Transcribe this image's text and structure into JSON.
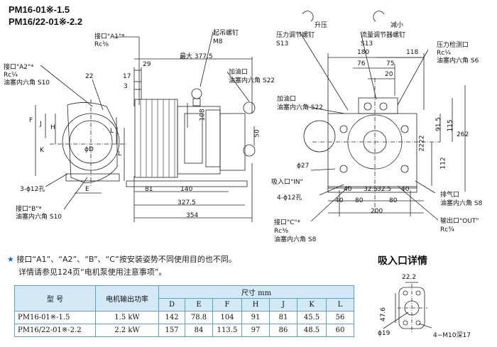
{
  "models": [
    "PM16-01※-1.5",
    "PM16/22-01※-2.2"
  ],
  "side_view": {
    "port_a1": "接口\"A1\"*",
    "port_a1_size": "Rc⅜",
    "port_a2": "接口\"A2\"*",
    "port_a2_size": "Rc¼",
    "port_a2_plug": "油塞内六角 S10",
    "port_b": "接口\"B\"*",
    "port_b_plug": "油塞内六角 S10",
    "bolt_holes": "3-ϕ12孔",
    "dims": {
      "d22": "22",
      "d29": "29",
      "d17": "17",
      "d3": "3",
      "d81": "81",
      "d140": "140",
      "d3275": "327.5",
      "d354": "354",
      "dmax": "最大 377.5",
      "d108": "108",
      "d50": "50"
    },
    "letters": {
      "F": "F",
      "J": "J",
      "H": "H",
      "K": "K",
      "L": "L",
      "D": "ϕD",
      "E": "E"
    },
    "lifting": "起吊螺钉",
    "lifting_size": "M8",
    "oil_inlet": "加油口",
    "oil_inlet_plug": "油塞内六角 S22"
  },
  "front_view": {
    "pressure_up": "升压",
    "flow_down": "减小",
    "pressure_screw": "压力调节螺钉",
    "pressure_screw_size": "S13",
    "flow_screw": "流量调节器螺钉",
    "flow_screw_size": "S13",
    "pressure_port": "压力检测口",
    "pressure_port_size": "Rc¼",
    "pressure_port_plug": "油塞内六角 S6",
    "oil_inlet": "加油口",
    "oil_inlet_plug": "油塞内六角 S22",
    "suction_in": "吸入口\"IN\"",
    "holes": "4-ϕ12孔",
    "d27": "ϕ27",
    "port_c": "接口\"C\"*",
    "port_c_size": "Rc⅜",
    "port_c_plug": "油塞内六角 S8",
    "vent": "排气口",
    "vent_plug": "油塞内六角 S8",
    "outlet": "输出口\"OUT\"",
    "outlet_size": "Rc¾",
    "dims": {
      "d180": "180",
      "d118": "118",
      "d76": "76",
      "d75": "75",
      "d20": "20",
      "d915": "91.5",
      "d115": "115",
      "d262": "262",
      "d2222": "2222",
      "d112": "112",
      "d40a": "40",
      "d40b": "40",
      "d40c": "40",
      "d325a": "32.5",
      "d325b": "32.5",
      "d80a": "80",
      "d80b": "80",
      "d200": "200"
    }
  },
  "note": {
    "line1": "接口“A1”、“A2”、“B”、“C”按安装姿势不同使用目的也不同。",
    "line2": "详情请参见124页“电机泵使用注意事项”。",
    "marker": "★"
  },
  "table": {
    "head_model": "型  号",
    "head_power": "电机输出功率",
    "head_size": "尺寸   mm",
    "cols": [
      "D",
      "E",
      "F",
      "H",
      "J",
      "K",
      "L"
    ],
    "rows": [
      {
        "model": "PM16-01※-1.5",
        "power": "1.5 kW",
        "vals": [
          "142",
          "78.8",
          "104",
          "91",
          "81",
          "45.5",
          "56"
        ]
      },
      {
        "model": "PM16/22-01※-2.2",
        "power": "2.2 kW",
        "vals": [
          "157",
          "84",
          "113.5",
          "97",
          "86",
          "48.5",
          "60"
        ]
      }
    ]
  },
  "detail": {
    "title": "吸入口详情",
    "d222": "22.2",
    "d476": "47.6",
    "d19": "ϕ19",
    "thread": "4−M10深17"
  }
}
